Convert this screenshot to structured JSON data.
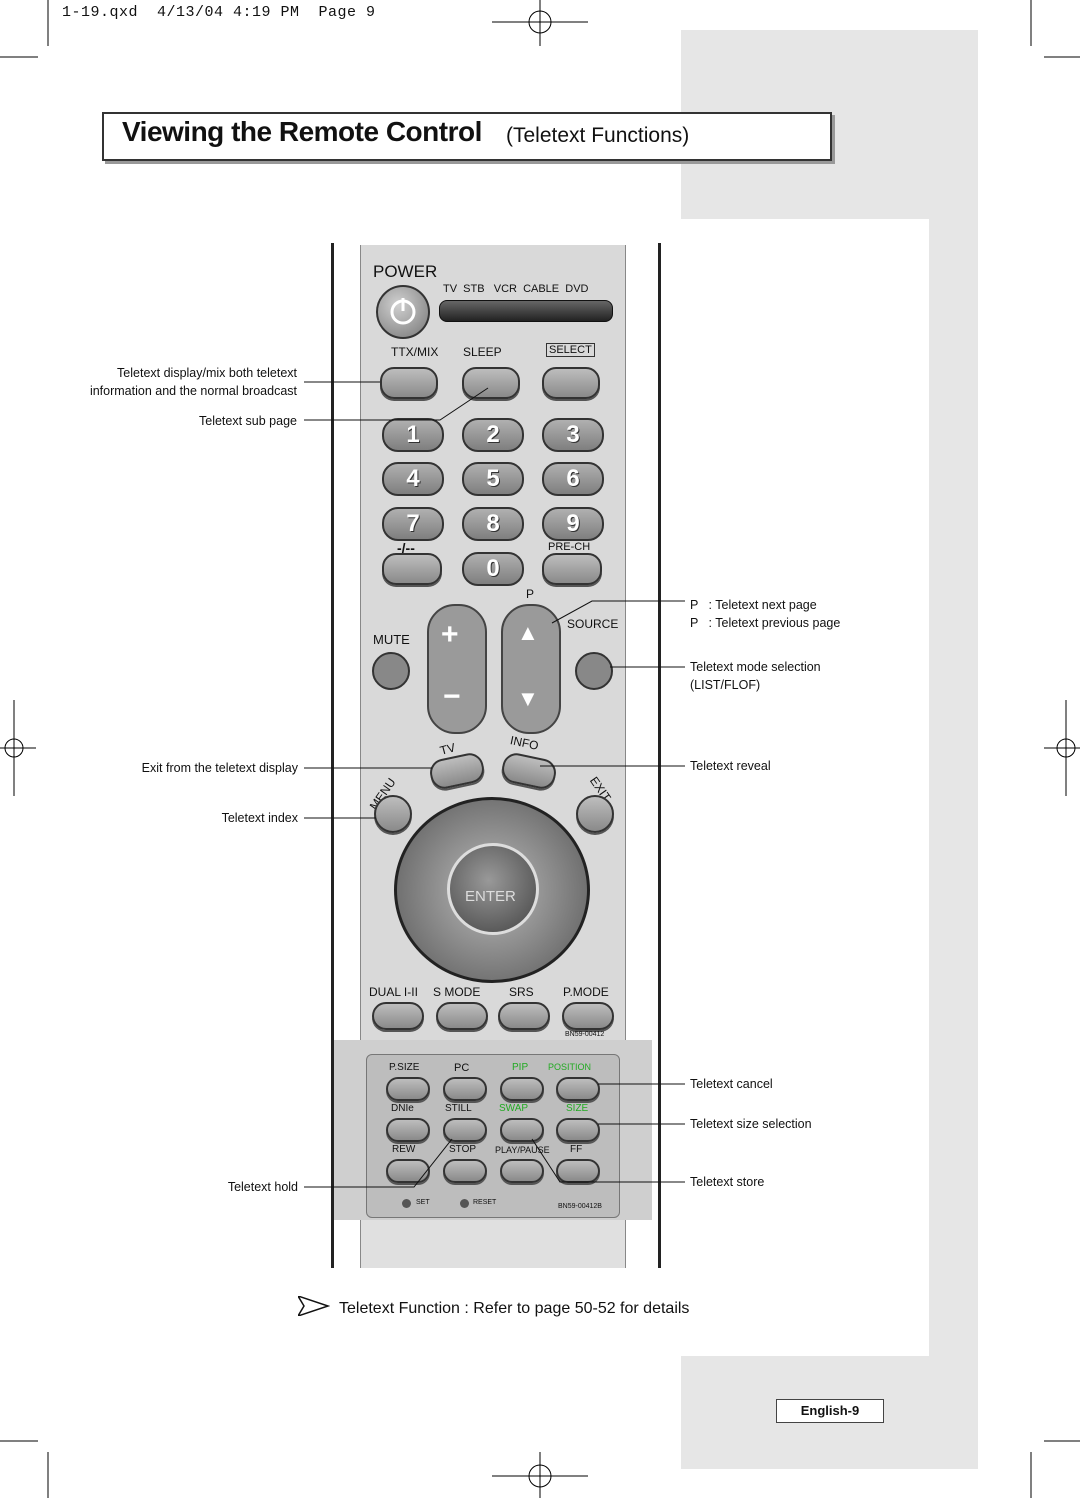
{
  "header": {
    "file_info": "1-19.qxd  4/13/04 4:19 PM  Page 9"
  },
  "title": {
    "main": "Viewing the Remote Control",
    "sub": "(Teletext Functions)"
  },
  "left_callouts": {
    "display_mix_line1": "Teletext display/mix both teletext",
    "display_mix_line2": "information and the normal broadcast",
    "sub_page": "Teletext sub page",
    "exit": "Exit from the teletext display",
    "index": "Teletext index",
    "hold": "Teletext hold"
  },
  "right_callouts": {
    "next_page": "P   : Teletext next page",
    "prev_page": "P   : Teletext previous page",
    "mode_line1": "Teletext mode selection",
    "mode_line2": "(LIST/FLOF)",
    "reveal": "Teletext reveal",
    "cancel": "Teletext cancel",
    "size": "Teletext size selection",
    "store": "Teletext store"
  },
  "remote": {
    "power": "POWER",
    "modes": "TV  STB   VCR  CABLE  DVD",
    "ttx_mix": "TTX/MIX",
    "sleep": "SLEEP",
    "select": "SELECT",
    "digits": [
      "1",
      "2",
      "3",
      "4",
      "5",
      "6",
      "7",
      "8",
      "9",
      "-/--",
      "0",
      "PRE-CH"
    ],
    "p_label": "P",
    "source": "SOURCE",
    "mute": "MUTE",
    "tv": "TV",
    "info": "INFO",
    "menu": "MENU",
    "exit": "EXIT",
    "enter": "ENTER",
    "row_labels": [
      "DUAL I-II",
      "S MODE",
      "SRS",
      "P.MODE"
    ],
    "model": "BN59-00412",
    "lower_row1": [
      "P.SIZE",
      "PC",
      "PIP",
      "POSITION"
    ],
    "lower_row2": [
      "DNIe",
      "STILL",
      "SWAP",
      "SIZE"
    ],
    "lower_row3": [
      "REW",
      "STOP",
      "PLAY/PAUSE",
      "FF"
    ],
    "set": "SET",
    "reset": "RESET",
    "lower_model": "BN59-00412B"
  },
  "footer_note": "Teletext Function : Refer to page 50-52 for details",
  "page_number": "English-9",
  "colors": {
    "sidebar": "#e6e6e6",
    "pip_green": "#22aa22"
  }
}
